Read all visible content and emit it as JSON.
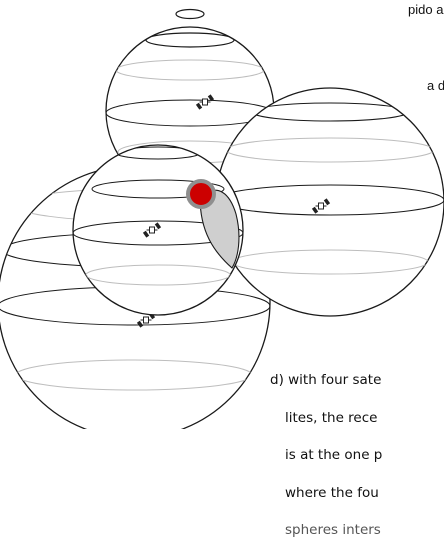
{
  "fragments": {
    "top_right_1": "pido a",
    "top_right_2": "a dar"
  },
  "caption": {
    "line1": "d) with four sate",
    "line2": "lites, the rece",
    "line3": "is at the one p",
    "line4": "where the fou",
    "line5": "spheres inters"
  },
  "colors": {
    "receiver_dot": "#cc0000",
    "receiver_ring": "#8f8f8f",
    "intersection_fill": "#cfcfcf",
    "outline": "#1a1a1a",
    "latitude": "#bdbdbd"
  }
}
